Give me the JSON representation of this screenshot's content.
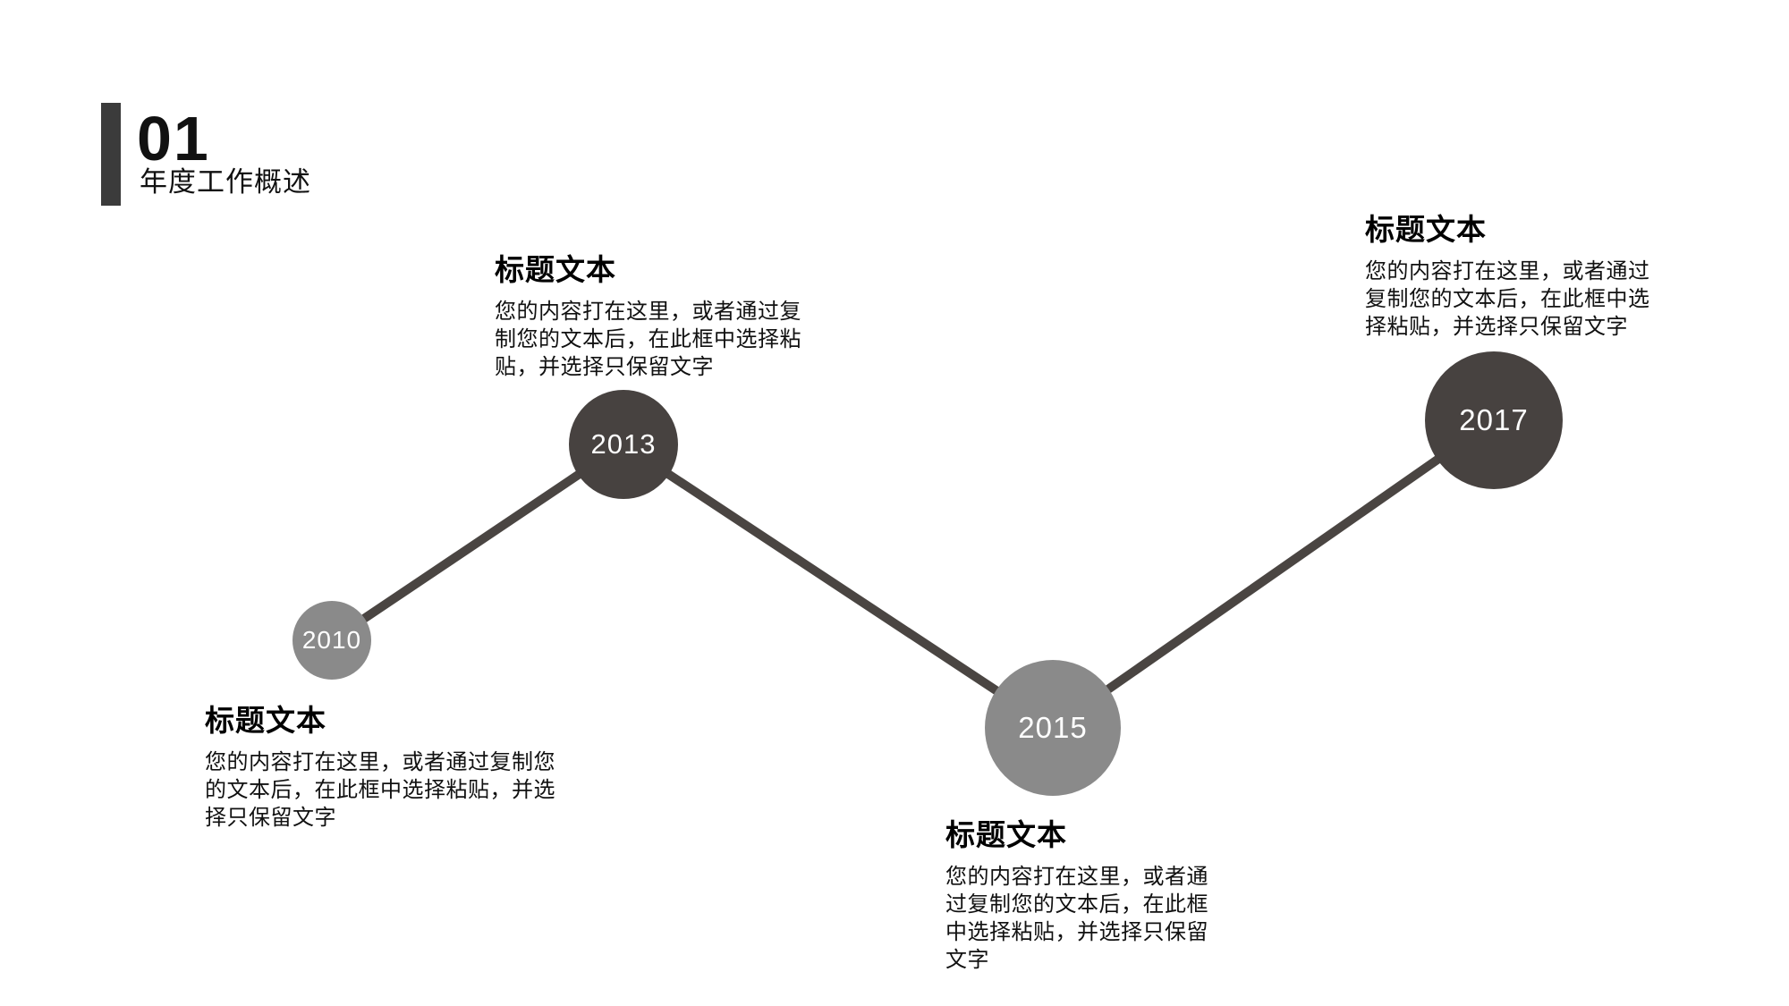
{
  "section_header": {
    "number": "01",
    "title": "年度工作概述"
  },
  "timeline": {
    "connector_color": "#4a4542",
    "node_colors": {
      "dark": "#474240",
      "gray": "#8a8a8a"
    },
    "year_text_color": "#ffffff",
    "accent_bar_color": "#3b3b3b",
    "events": [
      {
        "year": "2010",
        "node_shade": "gray",
        "title": "标题文本",
        "body_lines": [
          "您的内容打在这里，或者通过复制您",
          "的文本后，在此框中选择粘贴，并选",
          "择只保留文字"
        ]
      },
      {
        "year": "2013",
        "node_shade": "dark",
        "title": "标题文本",
        "body_lines": [
          "您的内容打在这里，或者通过复",
          "制您的文本后，在此框中选择粘",
          "贴，并选择只保留文字"
        ]
      },
      {
        "year": "2015",
        "node_shade": "gray",
        "title": "标题文本",
        "body_lines": [
          "您的内容打在这里，或者通",
          "过复制您的文本后，在此框",
          "中选择粘贴，并选择只保留",
          "文字"
        ]
      },
      {
        "year": "2017",
        "node_shade": "dark",
        "title": "标题文本",
        "body_lines": [
          "您的内容打在这里，或者通过",
          "复制您的文本后，在此框中选",
          "择粘贴，并选择只保留文字"
        ]
      }
    ]
  }
}
